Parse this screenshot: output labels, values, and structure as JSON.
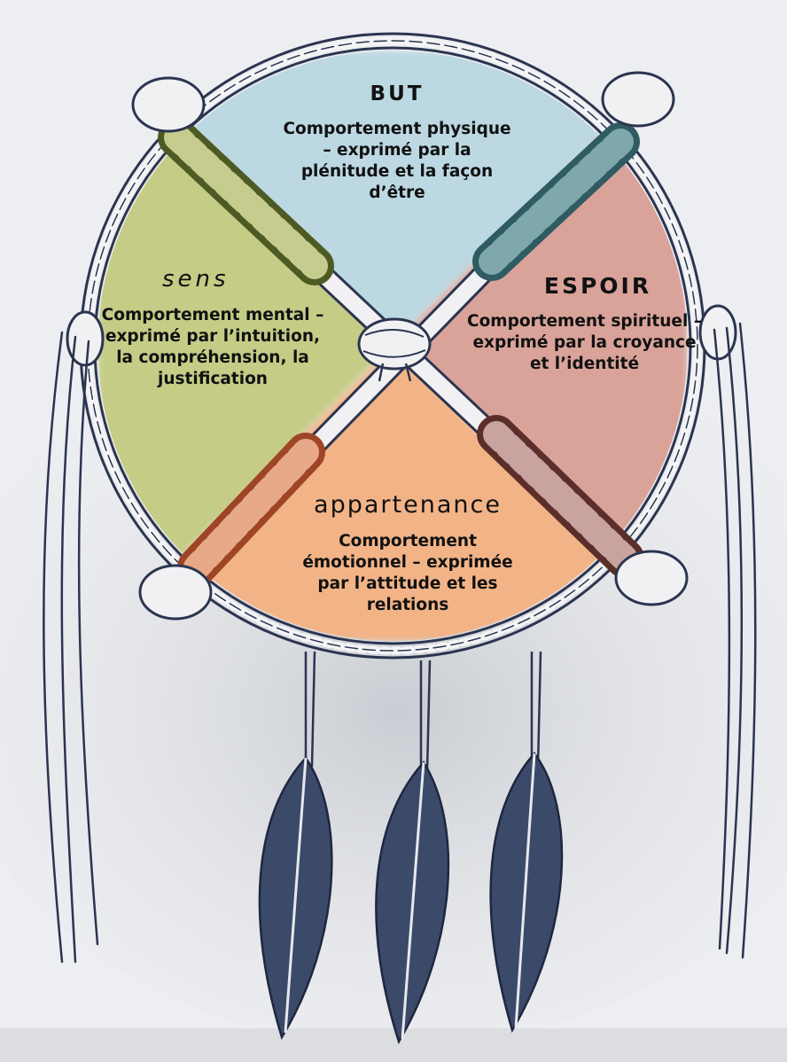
{
  "colors": {
    "north": "#bcd8e2",
    "west": "#c4cc86",
    "east": "#d9a39a",
    "south": "#f2b487",
    "ink": "#2b3550",
    "sinew_north_west": "#4d5a23",
    "sinew_north_east": "#2f5b63",
    "sinew_south_west": "#9e4526",
    "sinew_south_east": "#5b2e2a"
  },
  "quadrants": {
    "but": {
      "title": "BUT",
      "lines": [
        "Comportement physique",
        "– exprimé par la",
        "plénitude et la façon",
        "d’être"
      ]
    },
    "sens": {
      "title": "sens",
      "lines": [
        "Comportement mental –",
        "exprimé par l’intuition,",
        "la compréhension, la",
        "justification"
      ]
    },
    "espoir": {
      "title": "ESPOIR",
      "lines": [
        "Comportement spirituel –",
        "exprimé par la croyance",
        "et l’identité"
      ]
    },
    "appartenance": {
      "title": "appartenance",
      "lines": [
        "Comportement",
        "émotionnel – exprimée",
        "par l’attitude et les",
        "relations"
      ]
    }
  },
  "decorations": {
    "feathers": 3,
    "side_strings": 2,
    "center_knot": "wrapped-cross"
  }
}
